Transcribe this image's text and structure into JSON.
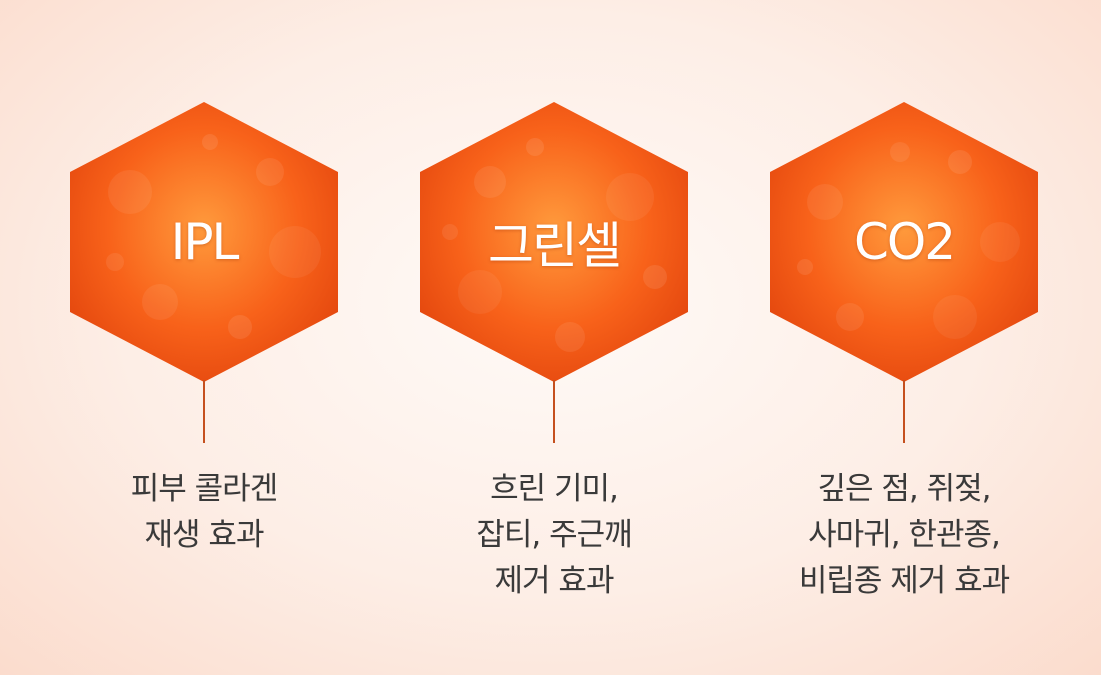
{
  "items": [
    {
      "label": "IPL",
      "lines": [
        "피부 콜라겐",
        "재생 효과"
      ]
    },
    {
      "label": "그린셀",
      "lines": [
        "흐린 기미,",
        "잡티, 주근깨",
        "제거 효과"
      ]
    },
    {
      "label": "CO2",
      "lines": [
        "깊은 점, 쥐젖,",
        "사마귀, 한관종,",
        "비립종 제거 효과"
      ]
    }
  ],
  "colors": {
    "hex_light": "#ff9a3c",
    "hex_mid": "#f8621a",
    "hex_dark": "#e0420c",
    "stem": "#c5501f",
    "text": "#3a3a3a"
  }
}
